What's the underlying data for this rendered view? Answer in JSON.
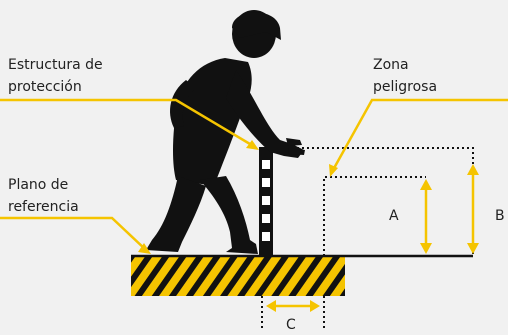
{
  "labels": {
    "protection_structure": [
      "Estructura de",
      "protección"
    ],
    "danger_zone": [
      "Zona",
      "peligrosa"
    ],
    "reference_plane": [
      "Plano de",
      "referencia"
    ],
    "dim_a": "A",
    "dim_b": "B",
    "dim_c": "C"
  },
  "colors": {
    "background": "#f1f1f1",
    "accent": "#f5c400",
    "ink": "#111111"
  }
}
